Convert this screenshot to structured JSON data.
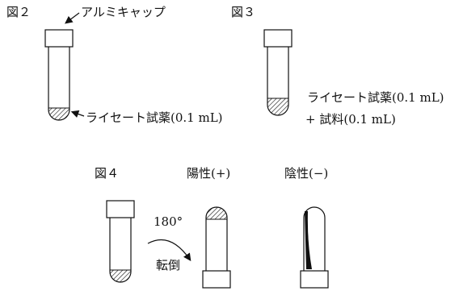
{
  "fig2": {
    "title": "図２",
    "cap_label": "アルミキャップ",
    "reagent_label": "ライセート試薬(0.1 mL)"
  },
  "fig3": {
    "title": "図３",
    "reagent_label": "ライセート試薬(0.1 mL)",
    "sample_label": "+ 試料(0.1 mL)"
  },
  "fig4": {
    "title": "図４",
    "positive_label": "陽性(+)",
    "negative_label": "陰性(−)",
    "rotation_degree": "180°",
    "rotation_label": "転倒"
  }
}
